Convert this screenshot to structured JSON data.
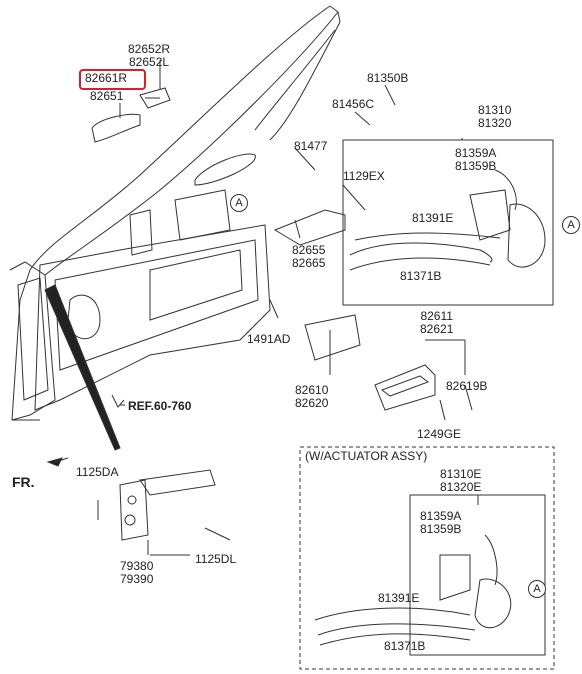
{
  "labels": {
    "p82652": [
      "82652R",
      "82652L"
    ],
    "p82661R": "82661R",
    "p82651": "82651",
    "p81350B": "81350B",
    "p81456C": "81456C",
    "p81477": "81477",
    "p1129EX": "1129EX",
    "p81310": [
      "81310",
      "81320"
    ],
    "p81359": [
      "81359A",
      "81359B"
    ],
    "p81391E": "81391E",
    "p81371B": "81371B",
    "p82655": [
      "82655",
      "82665"
    ],
    "p1491AD": "1491AD",
    "p82611": [
      "82611",
      "82621"
    ],
    "p82610": [
      "82610",
      "82620"
    ],
    "p82619B": "82619B",
    "p1249GE": "1249GE",
    "ref": "REF.60-760",
    "fr": "FR.",
    "p1125DA": "1125DA",
    "p79380": [
      "79380",
      "79390"
    ],
    "p1125DL": "1125DL",
    "actuator_title": "(W/ACTUATOR ASSY)",
    "p81310E": [
      "81310E",
      "81320E"
    ],
    "p81359_2": [
      "81359A",
      "81359B"
    ],
    "p81391E_2": "81391E",
    "p81371B_2": "81371B",
    "circle_a": "A"
  },
  "colors": {
    "highlight": "#d9202a",
    "line": "#333333"
  }
}
